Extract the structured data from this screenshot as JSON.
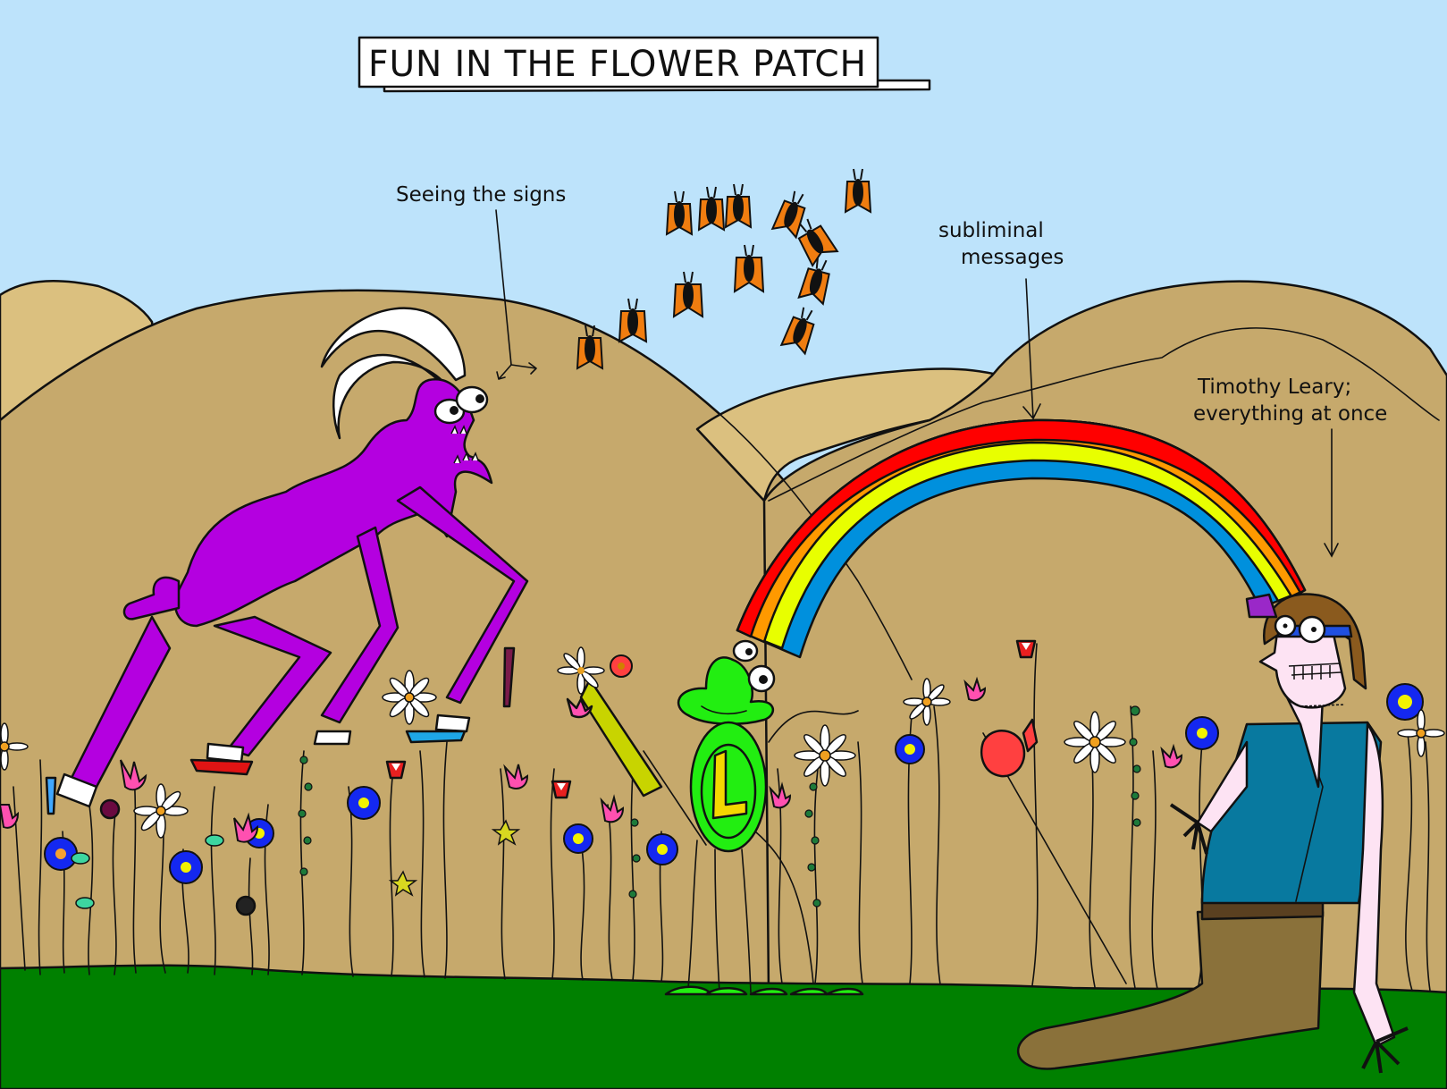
{
  "comic": {
    "title": "FUN IN THE FLOWER PATCH",
    "annotations": [
      {
        "id": "seeing-signs",
        "text": "Seeing the signs"
      },
      {
        "id": "subliminal-line1",
        "text": "subliminal"
      },
      {
        "id": "subliminal-line2",
        "text": "messages"
      },
      {
        "id": "leary-line1",
        "text": "Timothy Leary;"
      },
      {
        "id": "leary-line2",
        "text": "everything at once"
      }
    ],
    "characters": [
      {
        "name": "purple goat creature",
        "color": "#b400e0",
        "horn_color": "#ffffff"
      },
      {
        "name": "green L character",
        "color": "#22ee11",
        "letter": "L",
        "letter_color": "#f5d700"
      },
      {
        "name": "Timothy Leary",
        "skin": "#fde3f3",
        "vest": "#08799f",
        "pants": "#8a713a",
        "hair": "#8a5a1e"
      }
    ],
    "butterflies": {
      "count": 13,
      "color": "#f07d10"
    }
  },
  "colors": {
    "sky": "#bde3fb",
    "hill_light": "#dbc07f",
    "hill": "#c6a96c",
    "ground": "#008000",
    "rainbow": [
      "#ff0000",
      "#ff9900",
      "#e8ff00",
      "#0090dd"
    ],
    "ink": "#111111"
  }
}
